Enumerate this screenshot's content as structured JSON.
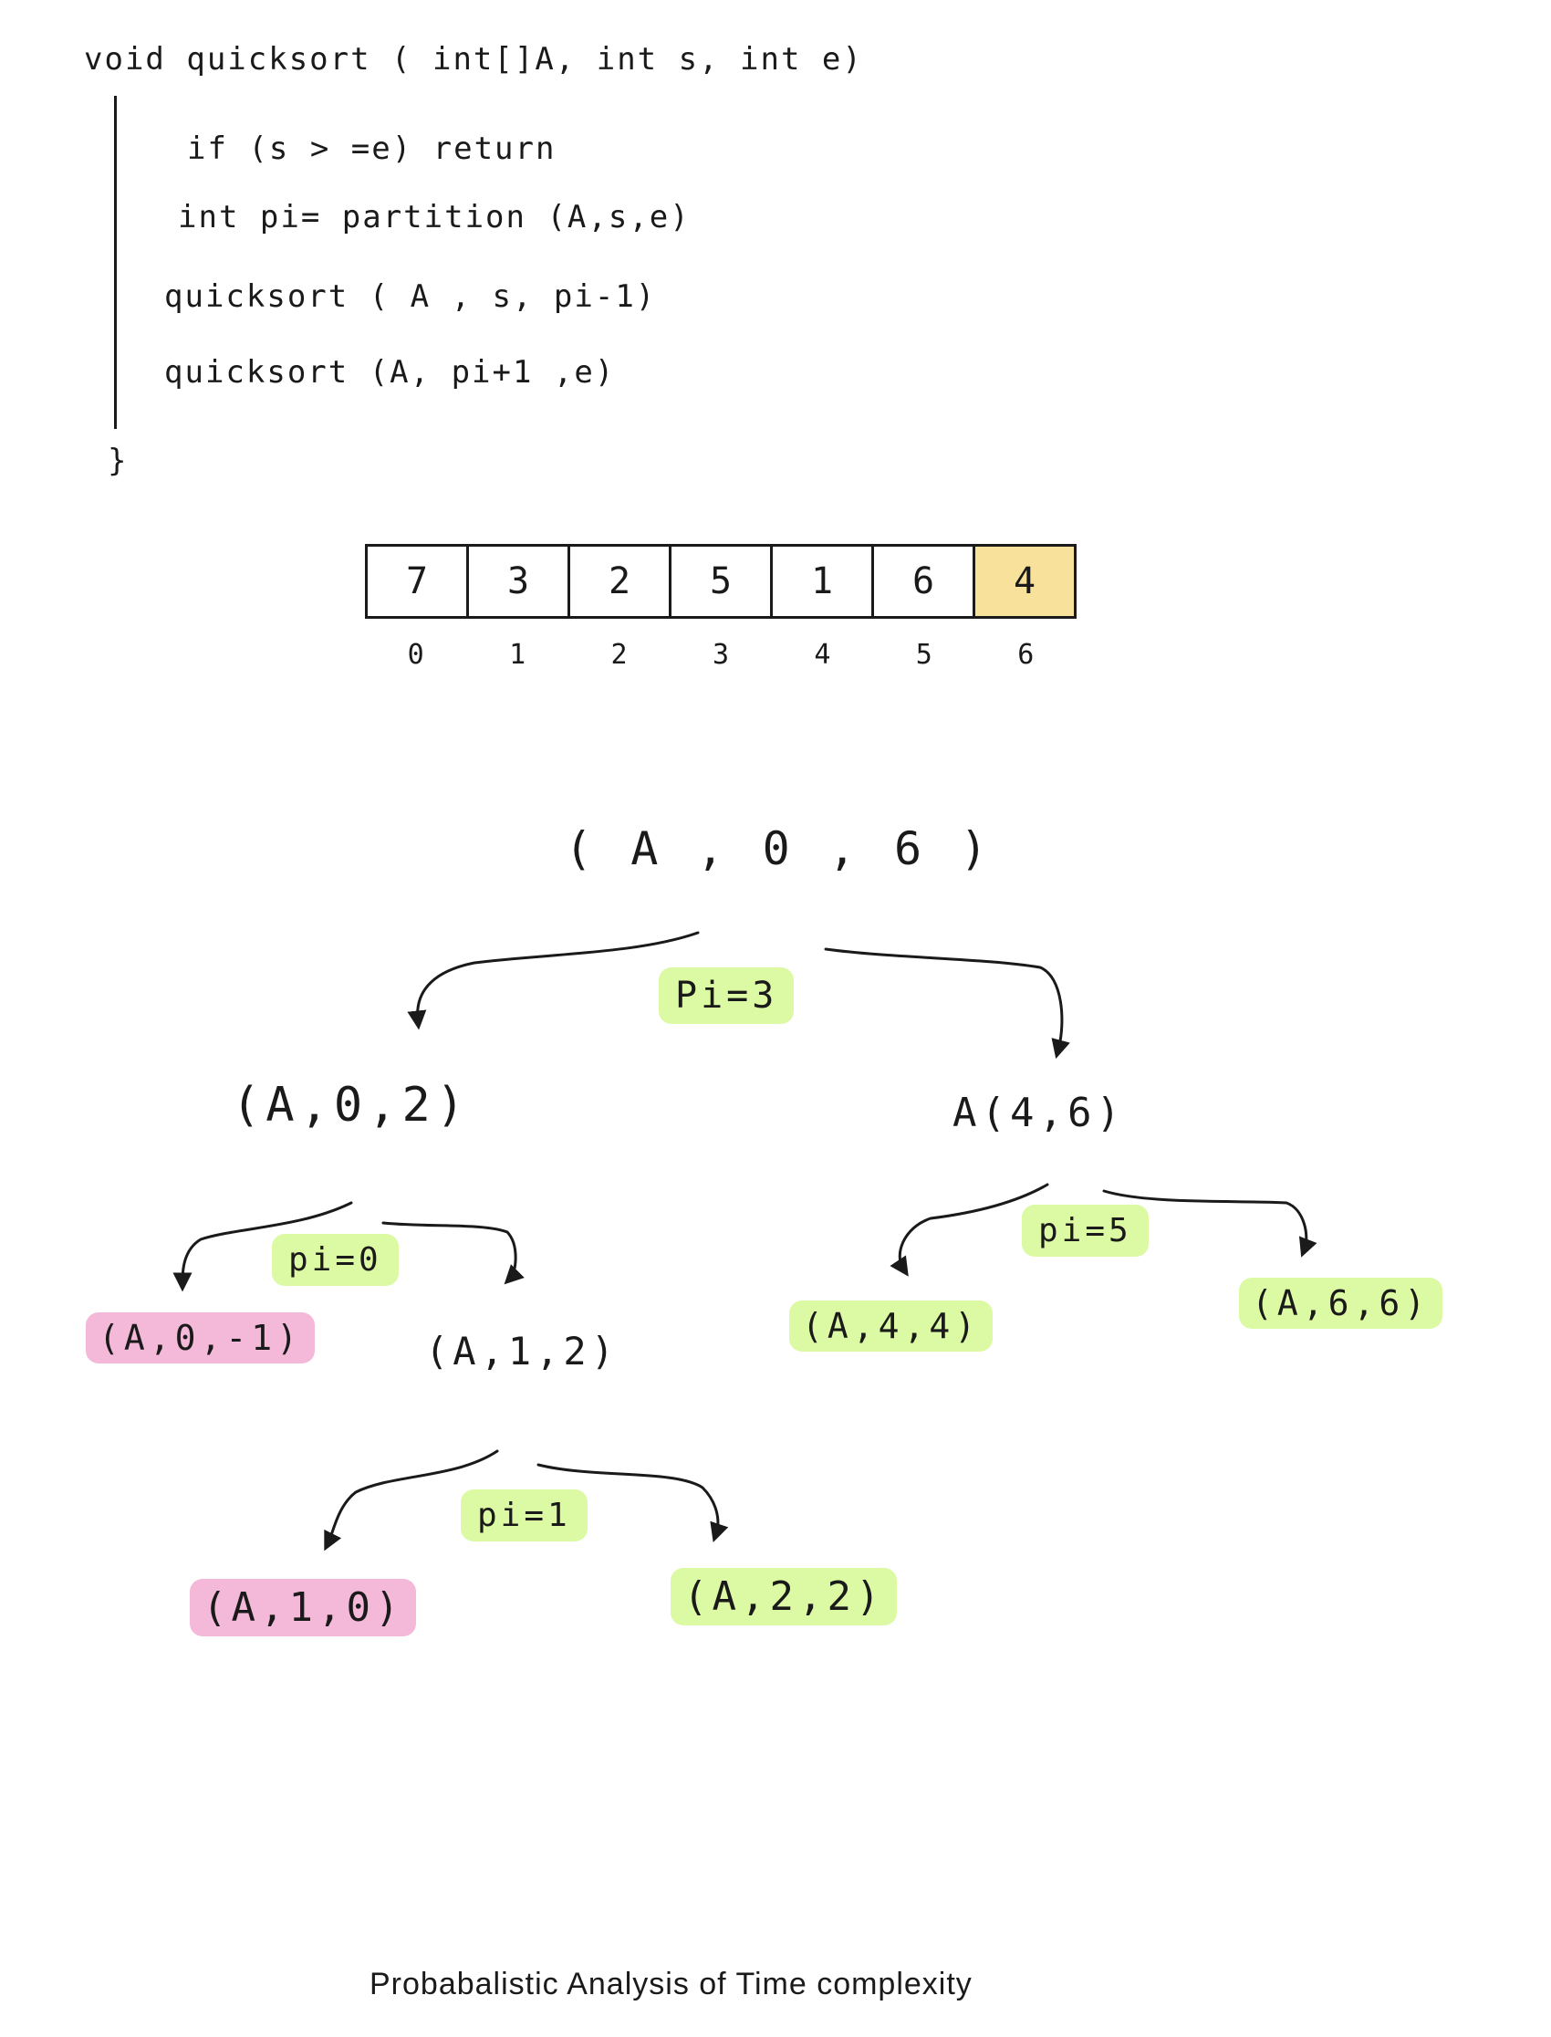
{
  "code": {
    "signature": "void quicksort ( int[]A, int s, int e)",
    "line1": "if (s > =e) return",
    "line2": "int pi= partition (A,s,e)",
    "line3": "quicksort ( A , s, pi-1)",
    "line4": "quicksort (A, pi+1 ,e)",
    "closing": "}"
  },
  "array": {
    "values": [
      "7",
      "3",
      "2",
      "5",
      "1",
      "6",
      "4"
    ],
    "indices": [
      "0",
      "1",
      "2",
      "3",
      "4",
      "5",
      "6"
    ],
    "pivot_index": 6
  },
  "tree": {
    "root": "( A , 0 , 6 )",
    "root_pi": "Pi=3",
    "left": "(A,0,2)",
    "left_pi": "pi=0",
    "right": "A(4,6)",
    "right_pi": "pi=5",
    "ll": "(A,0,-1)",
    "lr": "(A,1,2)",
    "lr_pi": "pi=1",
    "lrl": "(A,1,0)",
    "lrr": "(A,2,2)",
    "rl": "(A,4,4)",
    "rr": "(A,6,6)"
  },
  "colors": {
    "base_case_valid": "#dcf9a3",
    "base_case_empty": "#f4b8d9",
    "pivot": "#f7e19b"
  },
  "footer": "Probabalistic Analysis of Time complexity"
}
